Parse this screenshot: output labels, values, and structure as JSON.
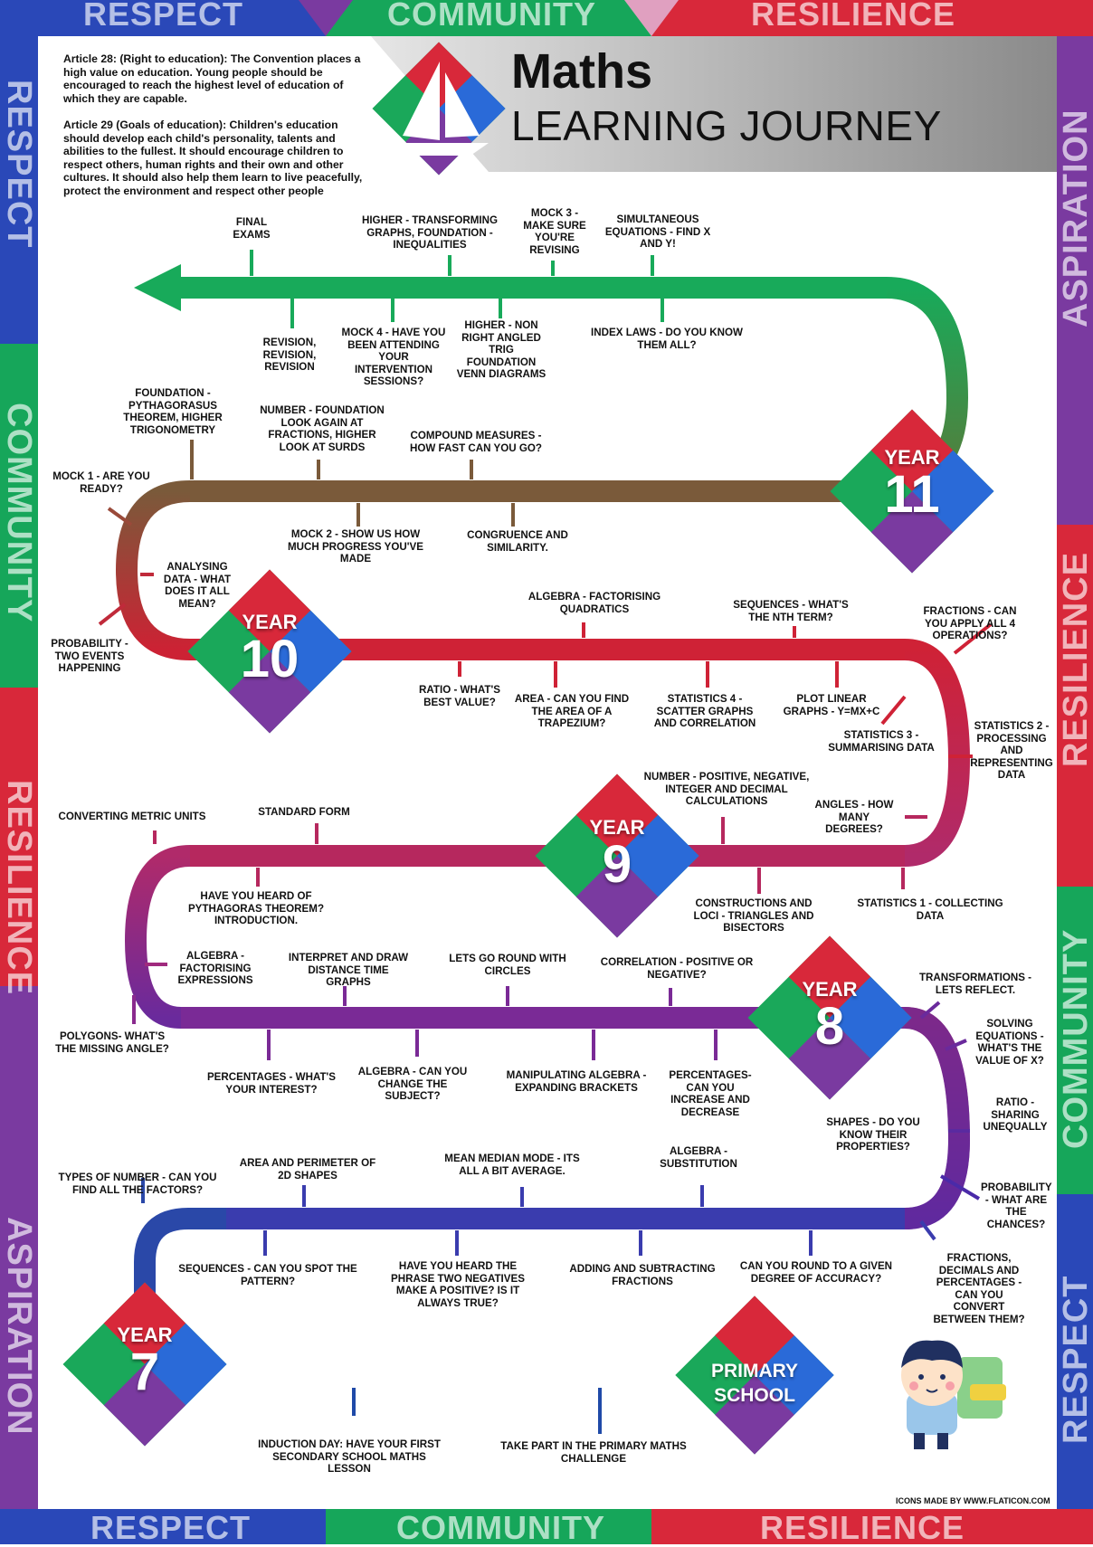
{
  "border_words": {
    "top": [
      "RESPECT",
      "COMMUNITY",
      "RESILIENCE"
    ],
    "bottom": [
      "RESPECT",
      "COMMUNITY",
      "RESILIENCE"
    ],
    "left": [
      "RESPECT",
      "COMMUNITY",
      "RESILIENCE",
      "ASPIRATION"
    ],
    "right": [
      "ASPIRATION",
      "RESILIENCE",
      "COMMUNITY",
      "RESPECT"
    ]
  },
  "header": {
    "title_main": "Maths",
    "title_sub": "LEARNING JOURNEY",
    "article28": "Article 28: (Right to education): The Convention places a high value on education. Young people should be encouraged to reach the highest level of education of which they are capable.",
    "article29": "Article 29 (Goals of education): Children's education should develop each child's personality, talents and abilities to the fullest. It should encourage children to respect others, human rights and their own and other cultures. It should also help them learn to live peacefully, protect the environment and respect other people"
  },
  "colors": {
    "year7_path": "#2a48a8",
    "year8_path": "#6a2a9c",
    "year9_path": "#b02a6a",
    "year10_path": "#cf2236",
    "year10_11_path": "#7a5a3a",
    "year11_path": "#1aa85a",
    "border_blue": "#2a48b8",
    "border_green": "#16a65a",
    "border_red": "#d8283a",
    "border_purple": "#7a3aa0"
  },
  "year_badges": {
    "primary": {
      "line1": "PRIMARY",
      "line2": "SCHOOL"
    },
    "year7": {
      "word": "YEAR",
      "num": "7"
    },
    "year8": {
      "word": "YEAR",
      "num": "8"
    },
    "year9": {
      "word": "YEAR",
      "num": "9"
    },
    "year10": {
      "word": "YEAR",
      "num": "10"
    },
    "year11": {
      "word": "YEAR",
      "num": "11"
    }
  },
  "topics": {
    "final_exams": "FINAL EXAMS",
    "higher_transforming": "HIGHER - TRANSFORMING GRAPHS, FOUNDATION - INEQUALITIES",
    "mock3": "MOCK 3 - MAKE SURE YOU'RE REVISING",
    "simultaneous": "SIMULTANEOUS EQUATIONS - FIND X AND Y!",
    "revision": "REVISION, REVISION, REVISION",
    "mock4": "MOCK 4 - HAVE YOU BEEN ATTENDING YOUR INTERVENTION SESSIONS?",
    "higher_trig": "HIGHER - NON RIGHT ANGLED TRIG FOUNDATION VENN DIAGRAMS",
    "index_laws": "INDEX LAWS - DO YOU KNOW THEM ALL?",
    "foundation_pythag": "FOUNDATION - PYTHAGORASUS THEOREM, HIGHER TRIGONOMETRY",
    "number_foundation": "NUMBER - FOUNDATION LOOK AGAIN AT FRACTIONS, HIGHER LOOK AT SURDS",
    "compound": "COMPOUND MEASURES - HOW FAST CAN YOU GO?",
    "mock1": "MOCK 1 - ARE YOU READY?",
    "mock2": "MOCK 2 - SHOW US HOW MUCH PROGRESS YOU'VE MADE",
    "congruence": "CONGRUENCE AND SIMILARITY.",
    "analysing": "ANALYSING DATA - WHAT DOES IT ALL MEAN?",
    "probability_two": "PROBABILITY - TWO EVENTS HAPPENING",
    "algebra_quadratics": "ALGEBRA - FACTORISING QUADRATICS",
    "sequences_nth": "SEQUENCES - WHAT'S THE NTH TERM?",
    "fractions_ops": "FRACTIONS - CAN YOU APPLY ALL 4 OPERATIONS?",
    "ratio_value": "RATIO - WHAT'S BEST VALUE?",
    "area_trapezium": "AREA - CAN YOU FIND THE AREA OF A TRAPEZIUM?",
    "statistics4": "STATISTICS 4 - SCATTER GRAPHS AND CORRELATION",
    "plot_linear": "PLOT LINEAR GRAPHS - Y=MX+C",
    "statistics3": "STATISTICS 3 - SUMMARISING DATA",
    "statistics2": "STATISTICS 2 - PROCESSING AND REPRESENTING DATA",
    "number_positive": "NUMBER - POSITIVE, NEGATIVE, INTEGER AND DECIMAL CALCULATIONS",
    "angles": "ANGLES - HOW MANY DEGREES?",
    "converting_metric": "CONVERTING METRIC UNITS",
    "standard_form": "STANDARD FORM",
    "pythag_intro": "HAVE YOU HEARD OF PYTHAGORAS THEOREM? INTRODUCTION.",
    "constructions": "CONSTRUCTIONS AND LOCI - TRIANGLES AND BISECTORS",
    "statistics1": "STATISTICS 1 - COLLECTING DATA",
    "algebra_factorising": "ALGEBRA - FACTORISING EXPRESSIONS",
    "distance_time": "INTERPRET AND DRAW DISTANCE TIME GRAPHS",
    "circles": "LETS GO ROUND WITH CIRCLES",
    "correlation": "CORRELATION - POSITIVE OR NEGATIVE?",
    "transformations": "TRANSFORMATIONS - LETS REFLECT.",
    "polygons": "POLYGONS- WHAT'S THE MISSING ANGLE?",
    "percentages_interest": "PERCENTAGES - WHAT'S YOUR INTEREST?",
    "algebra_subject": "ALGEBRA - CAN YOU CHANGE THE SUBJECT?",
    "manipulating": "MANIPULATING ALGEBRA - EXPANDING BRACKETS",
    "percentages_increase": "PERCENTAGES- CAN YOU INCREASE AND DECREASE",
    "solving": "SOLVING EQUATIONS - WHAT'S THE VALUE OF X?",
    "ratio_sharing": "RATIO - SHARING UNEQUALLY",
    "shapes": "SHAPES - DO YOU KNOW THEIR PROPERTIES?",
    "types_number": "TYPES OF NUMBER - CAN YOU FIND ALL THE FACTORS?",
    "area_perimeter": "AREA AND PERIMETER OF 2D SHAPES",
    "mean_median": "MEAN MEDIAN MODE - ITS ALL A BIT AVERAGE.",
    "algebra_substitution": "ALGEBRA - SUBSTITUTION",
    "probability_chances": "PROBABILITY - WHAT ARE THE CHANCES?",
    "sequences_pattern": "SEQUENCES - CAN YOU SPOT THE PATTERN?",
    "two_negatives": "HAVE YOU HEARD THE PHRASE TWO NEGATIVES MAKE A POSITIVE? IS IT ALWAYS TRUE?",
    "adding_fractions": "ADDING AND SUBTRACTING FRACTIONS",
    "round_accuracy": "CAN YOU ROUND TO A GIVEN DEGREE OF ACCURACY?",
    "fdp": "FRACTIONS, DECIMALS AND PERCENTAGES - CAN YOU CONVERT BETWEEN THEM?",
    "induction": "INDUCTION DAY: HAVE YOUR FIRST SECONDARY SCHOOL MATHS LESSON",
    "primary_challenge": "TAKE PART IN THE PRIMARY MATHS CHALLENGE"
  },
  "credit": "ICONS MADE BY WWW.FLATICON.COM"
}
